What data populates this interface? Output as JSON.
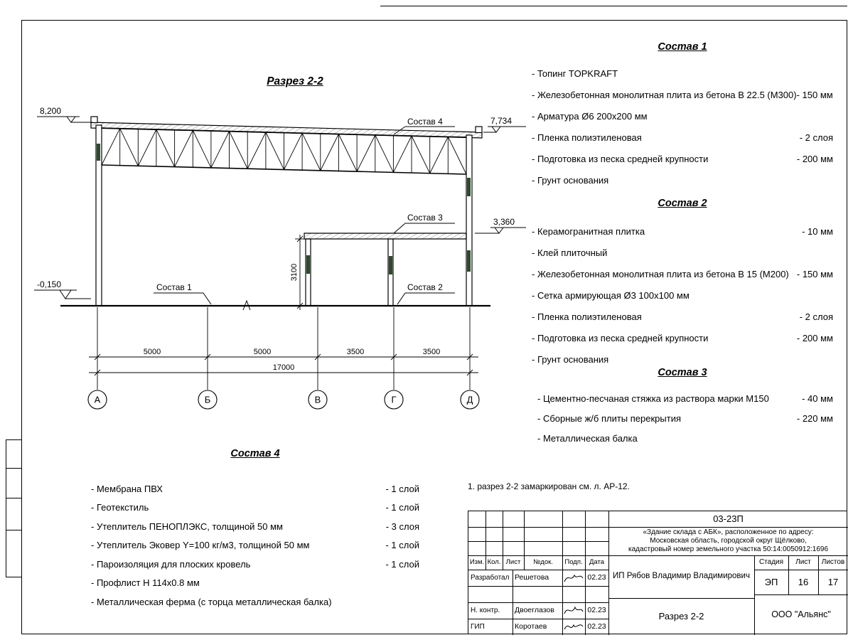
{
  "sheet": {
    "section_title": "Разрез 2-2"
  },
  "drawing": {
    "elevations": {
      "roof_left": "8,200",
      "roof_right": "7,734",
      "mezzanine": "3,360",
      "floor": "-0,150"
    },
    "callouts": {
      "c1": "Состав 1",
      "c2": "Состав 2",
      "c3": "Состав 3",
      "c4": "Состав 4"
    },
    "dimensions": {
      "spans": [
        "5000",
        "5000",
        "3500",
        "3500"
      ],
      "total": "17000",
      "mezzanine_height": "3100"
    },
    "axes": [
      "А",
      "Б",
      "В",
      "Г",
      "Д"
    ]
  },
  "compositions": {
    "s1": {
      "title": "Состав 1",
      "items": [
        {
          "t": "- Топинг TOPKRAFT",
          "v": ""
        },
        {
          "t": "- Железобетонная  монолитная плита из бетона  В 22.5 (М300)- 150 мм",
          "v": ""
        },
        {
          "t": "- Арматура Ø6 200х200 мм",
          "v": ""
        },
        {
          "t": "- Пленка полиэтиленовая",
          "v": "-  2 слоя"
        },
        {
          "t": "- Подготовка из песка средней  крупности",
          "v": "- 200 мм"
        },
        {
          "t": "- Грунт основания",
          "v": ""
        }
      ]
    },
    "s2": {
      "title": "Состав 2",
      "items": [
        {
          "t": "- Керамогранитная плитка",
          "v": "- 10 мм"
        },
        {
          "t": "- Клей плиточный",
          "v": ""
        },
        {
          "t": "- Железобетонная  монолитная плита из бетона В 15 (М200)",
          "v": "- 150 мм"
        },
        {
          "t": "- Сетка армирующая Ø3 100х100 мм",
          "v": ""
        },
        {
          "t": "- Пленка полиэтиленовая",
          "v": "-  2 слоя"
        },
        {
          "t": "- Подготовка из песка средней  крупности",
          "v": "- 200 мм"
        },
        {
          "t": "- Грунт основания",
          "v": ""
        }
      ]
    },
    "s3": {
      "title": "Состав 3",
      "items": [
        {
          "t": "- Цементно-песчаная стяжка  из раствора марки М150",
          "v": "- 40 мм"
        },
        {
          "t": "- Сборные ж/б плиты перекрытия",
          "v": "- 220 мм"
        },
        {
          "t": "- Металлическая  балка",
          "v": ""
        }
      ]
    },
    "s4": {
      "title": "Состав 4",
      "items": [
        {
          "t": "- Мембрана ПВХ",
          "v": "- 1 слой"
        },
        {
          "t": "- Геотекстиль",
          "v": "- 1 слой"
        },
        {
          "t": "- Утеплитель ПЕНОПЛЭКС, толщиной 50 мм",
          "v": "- 3 слоя"
        },
        {
          "t": "- Утеплитель Эковер Y=100 кг/м3, толщиной 50 мм",
          "v": "- 1 слой"
        },
        {
          "t": "- Пароизоляция для плоских кровель",
          "v": "- 1 слой"
        },
        {
          "t": "- Профлист Н 114х0.8 мм",
          "v": ""
        },
        {
          "t": "- Металлическая ферма (с торца металлическая балка)",
          "v": ""
        }
      ]
    }
  },
  "note": "1. разрез 2-2 замаркирован см. л. АР-12.",
  "titleblock": {
    "doc_number": "03-23П",
    "project_line1": "«Здание склада с АБК», расположенное по адресу:",
    "project_line2": "Московская область, городской округ Щёлково,",
    "project_line3": "кадастровый номер земельного участка 50:14:0050912:1696",
    "header": {
      "izm": "Изм.",
      "kol": "Кол.",
      "list": "Лист",
      "ndok": "№док.",
      "podp": "Подп.",
      "data": "Дата"
    },
    "rows": [
      {
        "role": "Разработал",
        "name": "Решетова",
        "date": "02.23"
      },
      {
        "role": "Н. контр.",
        "name": "Двоеглазов",
        "date": "02.23"
      },
      {
        "role": "ГИП",
        "name": "Коротаев",
        "date": "02.23"
      }
    ],
    "client": "ИП Рябов Владимир Владимирович",
    "stage_label": "Стадия",
    "sheet_label": "Лист",
    "sheets_label": "Листов",
    "stage": "ЭП",
    "sheet": "16",
    "sheets": "17",
    "drawing_name": "Разрез 2-2",
    "company": "ООО \"Альянс\""
  }
}
